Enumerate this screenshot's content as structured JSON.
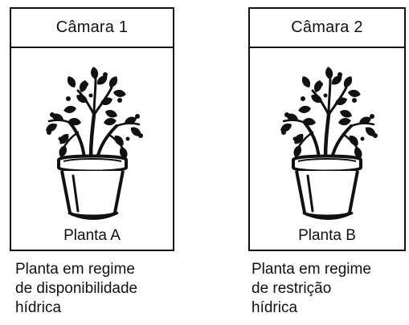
{
  "chambers": [
    {
      "title": "Câmara 1",
      "plant_label": "Planta A",
      "caption": "Planta em regime\nde disponibilidade\nhídrica"
    },
    {
      "title": "Câmara 2",
      "plant_label": "Planta B",
      "caption": "Planta em regime\nde restrição\nhídrica"
    }
  ],
  "icons": [
    "potted-plant-icon",
    "potted-plant-icon"
  ]
}
